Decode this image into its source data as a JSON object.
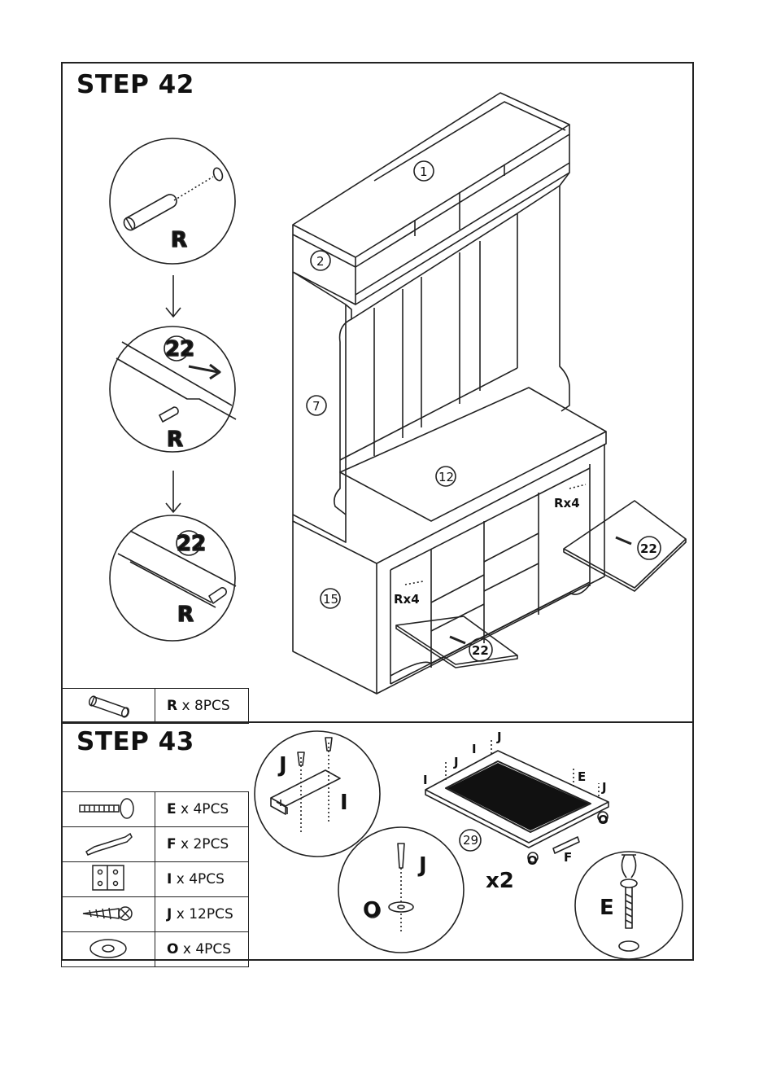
{
  "step42": {
    "title": "STEP 42",
    "detail_labels": {
      "dowel": "R",
      "panel": "22"
    },
    "part_numbers": [
      "1",
      "2",
      "7",
      "12",
      "15",
      "22",
      "22"
    ],
    "callouts": [
      "Rx4",
      "Rx4"
    ],
    "parts": [
      {
        "letter": "R",
        "qty": "x 8PCS",
        "icon": "dowel-icon"
      }
    ]
  },
  "step43": {
    "title": "STEP 43",
    "parts": [
      {
        "letter": "E",
        "qty": "x 4PCS",
        "icon": "bolt-icon"
      },
      {
        "letter": "F",
        "qty": "x 2PCS",
        "icon": "handle-icon"
      },
      {
        "letter": "I",
        "qty": "x 4PCS",
        "icon": "hinge-icon"
      },
      {
        "letter": "J",
        "qty": "x 12PCS",
        "icon": "screw-icon"
      },
      {
        "letter": "O",
        "qty": "x 4PCS",
        "icon": "washer-icon"
      }
    ],
    "labels": {
      "J": "J",
      "I": "I",
      "E": "E",
      "O": "O",
      "F": "F",
      "part": "29",
      "multiplier": "x2"
    }
  }
}
